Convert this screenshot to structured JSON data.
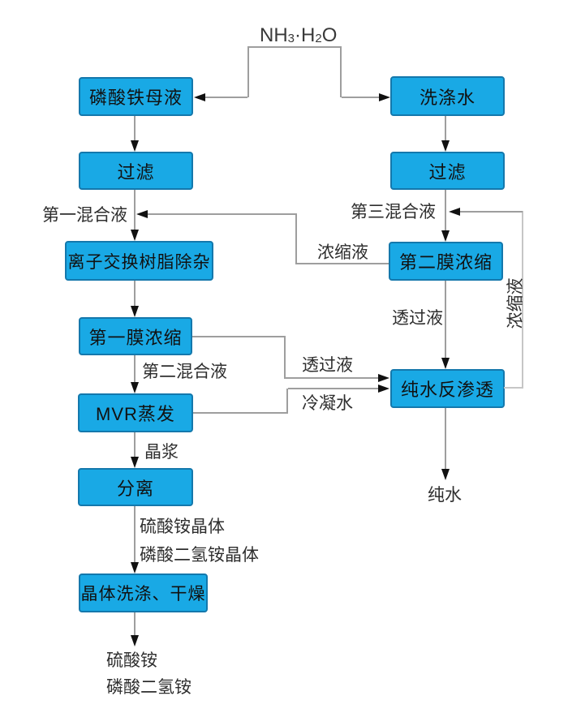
{
  "nodes": {
    "mother_liquor": "磷酸铁母液",
    "filter_left": "过滤",
    "ion_exchange": "离子交换树脂除杂",
    "membrane1": "第一膜浓缩",
    "mvr": "MVR蒸发",
    "separation": "分离",
    "crystal_dry": "晶体洗涤、干燥",
    "wash_water": "洗涤水",
    "filter_right": "过滤",
    "membrane2": "第二膜浓缩",
    "ro": "纯水反渗透"
  },
  "labels": {
    "nh3": {
      "p1": "NH",
      "s1": "3",
      "p2": "·H",
      "s2": "2",
      "p3": "O"
    },
    "first_mixture": "第一混合液",
    "third_mixture": "第三混合液",
    "concentrate_to_first": "浓缩液",
    "concentrate_return": "浓缩液",
    "permeate_right": "透过液",
    "permeate_mid": "透过液",
    "condensate": "冷凝水",
    "second_mixture": "第二混合液",
    "slurry": "晶浆",
    "ammonium_sulfate_crystal": "硫酸铵晶体",
    "map_crystal": "磷酸二氢铵晶体",
    "ammonium_sulfate": "硫酸铵",
    "map": "磷酸二氢铵",
    "pure_water": "纯水"
  },
  "colors": {
    "box_fill": "#19A9E5",
    "box_border": "#1478AC",
    "line": "#9E9E9E",
    "line_light": "#C6C6C6",
    "arrowhead": "#111111",
    "text": "#2E2E2E"
  }
}
